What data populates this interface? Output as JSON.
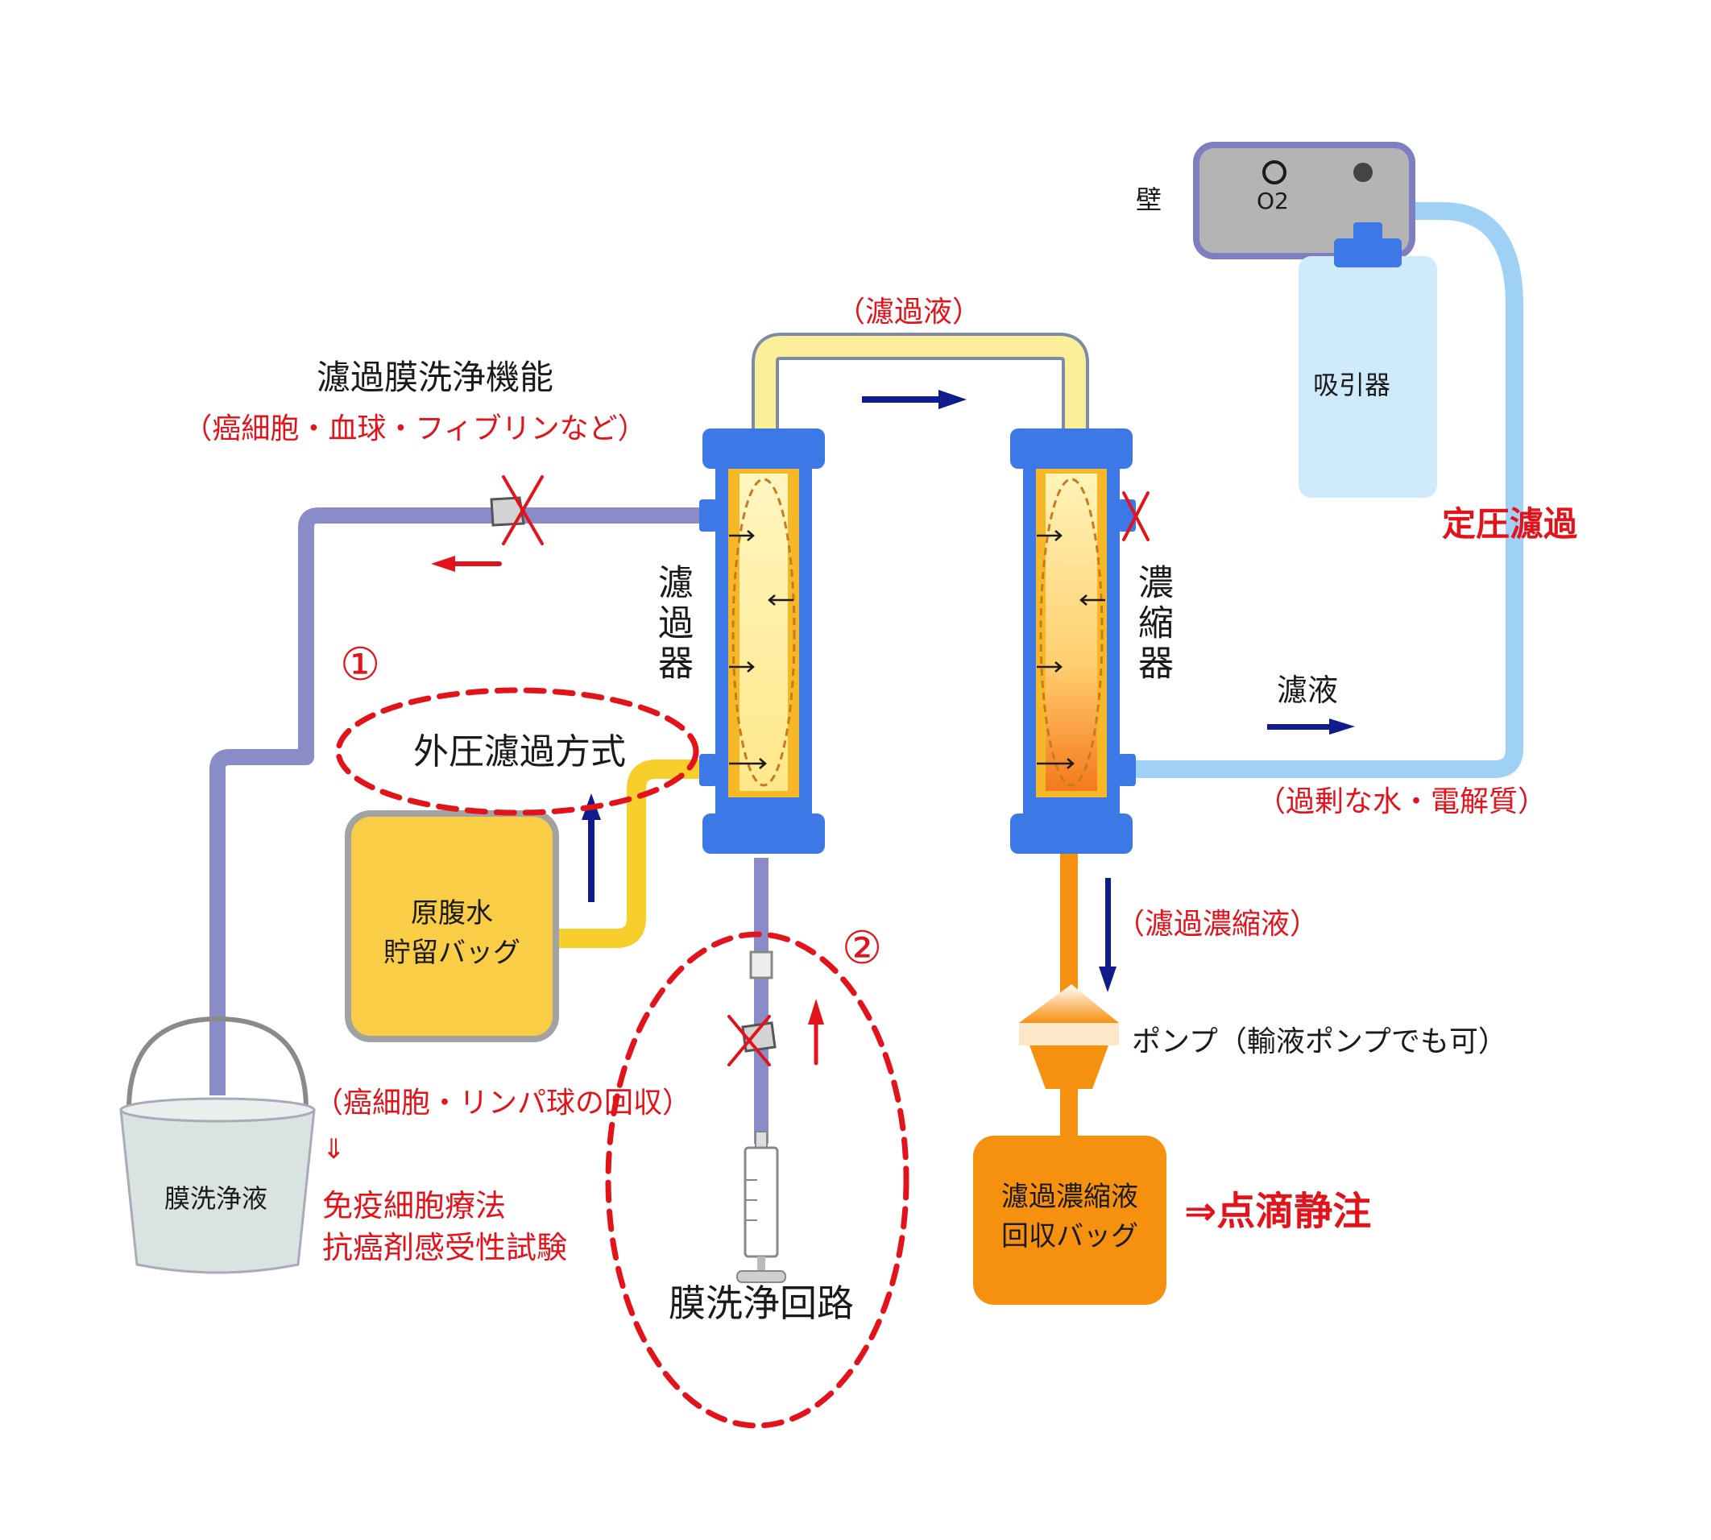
{
  "labels": {
    "wall": "壁",
    "o2": "O2",
    "suction": "吸引器",
    "constant_pressure": "定圧濾過",
    "filtrate_top": "（濾過液）",
    "membrane_wash_function": "濾過膜洗浄機能",
    "removed_items": "（癌細胞・血球・フィブリンなど）",
    "filter": "濾過器",
    "concentrator": "濃縮器",
    "filtrate_right": "濾液",
    "excess": "（過剰な水・電解質）",
    "circle_1": "①",
    "external_pressure": "外圧濾過方式",
    "raw_ascites_bag": "原腹水\n貯留バッグ",
    "circle_2": "②",
    "concentrate_paren": "（濾過濃縮液）",
    "pump": "ポンプ（輸液ポンプでも可）",
    "recovery_bag": "濾過濃縮液\n回収バッグ",
    "iv_drip": "⇒点滴静注",
    "bucket": "膜洗浄液",
    "recovery_cells": "（癌細胞・リンパ球の回収）",
    "down_arrow": "⇓",
    "immuno": "免疫細胞療法",
    "sensitivity": "抗癌剤感受性試験",
    "wash_circuit": "膜洗浄回路"
  },
  "colors": {
    "red": "#e3131b",
    "navy": "#101c8c",
    "purple_tube": "#8a8cc8",
    "blue_tube": "#9fd0f5",
    "yellow_tube": "#f6cf2c",
    "orange": "#f6900f",
    "column_blue": "#3c78e6"
  },
  "icons": [
    "oxygen-outlet-icon",
    "suction-bottle-icon",
    "bucket-icon",
    "syringe-icon",
    "clamp-icon",
    "pump-icon"
  ]
}
